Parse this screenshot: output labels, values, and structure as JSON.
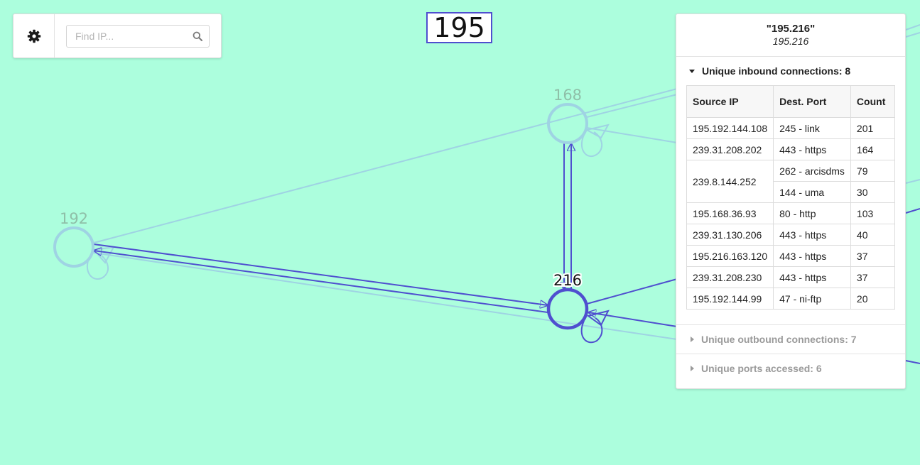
{
  "toolbar": {
    "search_placeholder": "Find IP...",
    "settings_icon": "gear-icon",
    "search_icon": "search-icon"
  },
  "title_box": {
    "text": "195"
  },
  "graph": {
    "nodes": [
      {
        "id": "n168",
        "label": "168",
        "state": "dim"
      },
      {
        "id": "n192",
        "label": "192",
        "state": "dim"
      },
      {
        "id": "n216",
        "label": "216",
        "state": "active"
      }
    ],
    "colors": {
      "background": "#acfedd",
      "active": "#4f4fcf",
      "dim": "#9fd3e3"
    }
  },
  "panel": {
    "title": "\"195.216\"",
    "subtitle": "195.216",
    "inbound": {
      "label": "Unique inbound connections: 8",
      "columns": [
        "Source IP",
        "Dest. Port",
        "Count"
      ],
      "rows": [
        {
          "ip": "195.192.144.108",
          "ports": [
            {
              "port": "245 - link",
              "count": "201"
            }
          ]
        },
        {
          "ip": "239.31.208.202",
          "ports": [
            {
              "port": "443 - https",
              "count": "164"
            }
          ]
        },
        {
          "ip": "239.8.144.252",
          "ports": [
            {
              "port": "262 - arcisdms",
              "count": "79"
            },
            {
              "port": "144 - uma",
              "count": "30"
            }
          ]
        },
        {
          "ip": "195.168.36.93",
          "ports": [
            {
              "port": "80 - http",
              "count": "103"
            }
          ]
        },
        {
          "ip": "239.31.130.206",
          "ports": [
            {
              "port": "443 - https",
              "count": "40"
            }
          ]
        },
        {
          "ip": "195.216.163.120",
          "ports": [
            {
              "port": "443 - https",
              "count": "37"
            }
          ]
        },
        {
          "ip": "239.31.208.230",
          "ports": [
            {
              "port": "443 - https",
              "count": "37"
            }
          ]
        },
        {
          "ip": "195.192.144.99",
          "ports": [
            {
              "port": "47 - ni-ftp",
              "count": "20"
            }
          ]
        }
      ]
    },
    "outbound": {
      "label": "Unique outbound connections: 7"
    },
    "ports": {
      "label": "Unique ports accessed: 6"
    }
  }
}
